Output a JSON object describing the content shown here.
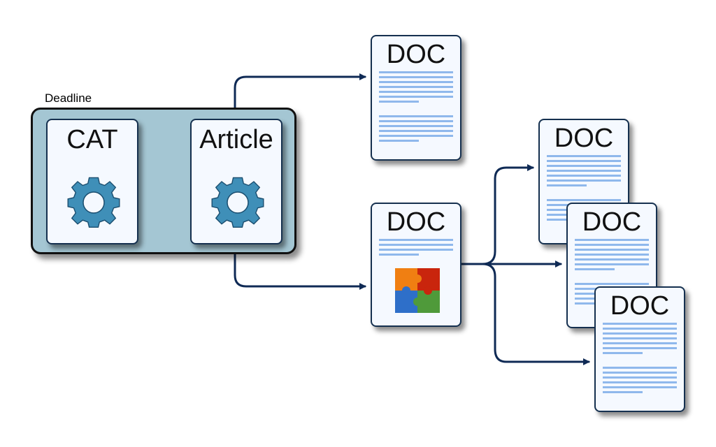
{
  "group": {
    "label": "Deadline"
  },
  "processes": [
    {
      "label": "CAT",
      "icon": "gear-icon"
    },
    {
      "label": "Article",
      "icon": "gear-icon"
    }
  ],
  "documents": [
    {
      "label": "DOC"
    },
    {
      "label": "DOC",
      "icon": "puzzle-icon"
    },
    {
      "label": "DOC"
    },
    {
      "label": "DOC"
    },
    {
      "label": "DOC"
    }
  ],
  "colors": {
    "connector": "#0f2a55",
    "group_fill": "#a4c6d3",
    "card_fill": "#f5f9ff",
    "text_lines": "#8fb8ec",
    "gear": "#3f8fb8"
  }
}
